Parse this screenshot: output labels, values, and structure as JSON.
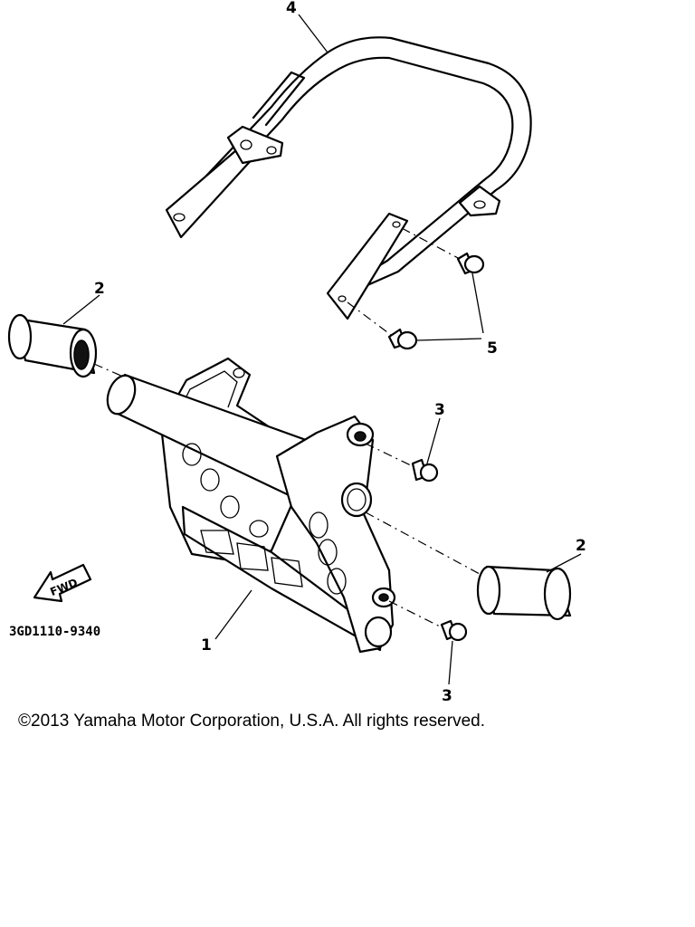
{
  "diagram": {
    "code": "3GD1110-9340",
    "fwd_label": "FWD",
    "parts": [
      {
        "key": "frame_guard",
        "label": "1"
      },
      {
        "key": "bumper_cap_left",
        "label": "2"
      },
      {
        "key": "bumper_cap_right",
        "label": "2"
      },
      {
        "key": "bolt_upper",
        "label": "3"
      },
      {
        "key": "bolt_lower",
        "label": "3"
      },
      {
        "key": "grab_bar",
        "label": "4"
      },
      {
        "key": "bolts_pair",
        "label": "5"
      }
    ]
  },
  "footer": {
    "copyright": "©2013 Yamaha Motor Corporation, U.S.A. All rights reserved."
  },
  "colors": {
    "line": "#000000",
    "background": "#ffffff"
  }
}
